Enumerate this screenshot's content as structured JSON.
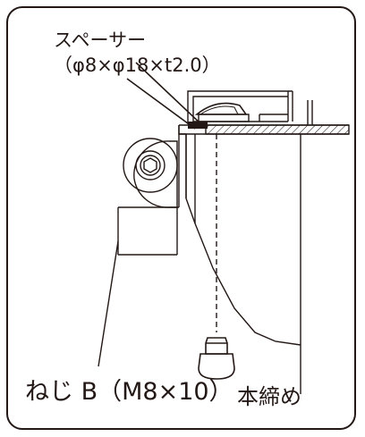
{
  "labels": {
    "spacer_name": "スペーサー",
    "spacer_spec": "（φ8×φ18×t2.0）",
    "screw": "ねじ B（M8×10）",
    "final_tightening": "本締め"
  },
  "colors": {
    "line": "#231815",
    "frame": "#231815",
    "background": "#ffffff"
  }
}
